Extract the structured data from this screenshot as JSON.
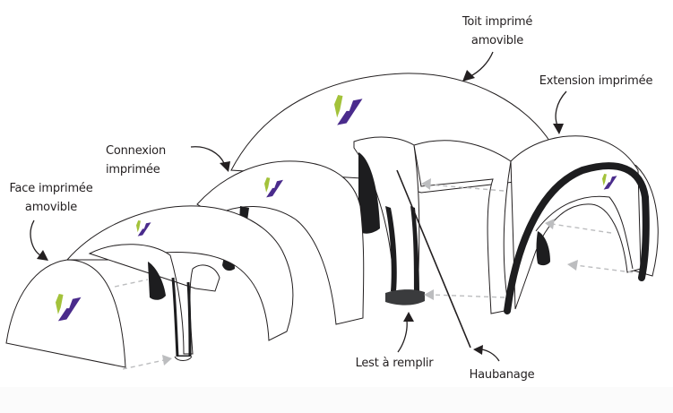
{
  "diagram": {
    "labels": {
      "toit": [
        "Toit imprimé",
        "amovible"
      ],
      "extension": "Extension imprimée",
      "connexion": [
        "Connexion",
        "imprimée"
      ],
      "face": [
        "Face imprimée",
        "amovible"
      ],
      "lest": "Lest à remplir",
      "haubanage": "Haubanage"
    },
    "colors": {
      "logo_green": "#a3c23a",
      "logo_purple": "#4a2b8c",
      "frame_black": "#1d1d1f",
      "ballast": "#3a3b3d",
      "dashed_arrow": "#bcbdbf"
    }
  }
}
